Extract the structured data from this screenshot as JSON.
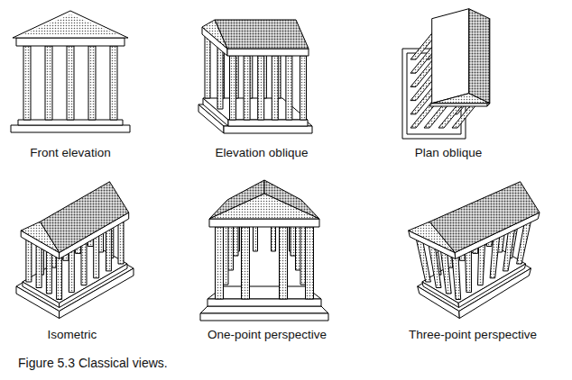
{
  "diagram": {
    "caption": "Figure 5.3 Classical views.",
    "labels": [
      "Front elevation",
      "Elevation oblique",
      "Plan oblique",
      "Isometric",
      "One-point perspective",
      "Three-point perspective"
    ]
  }
}
